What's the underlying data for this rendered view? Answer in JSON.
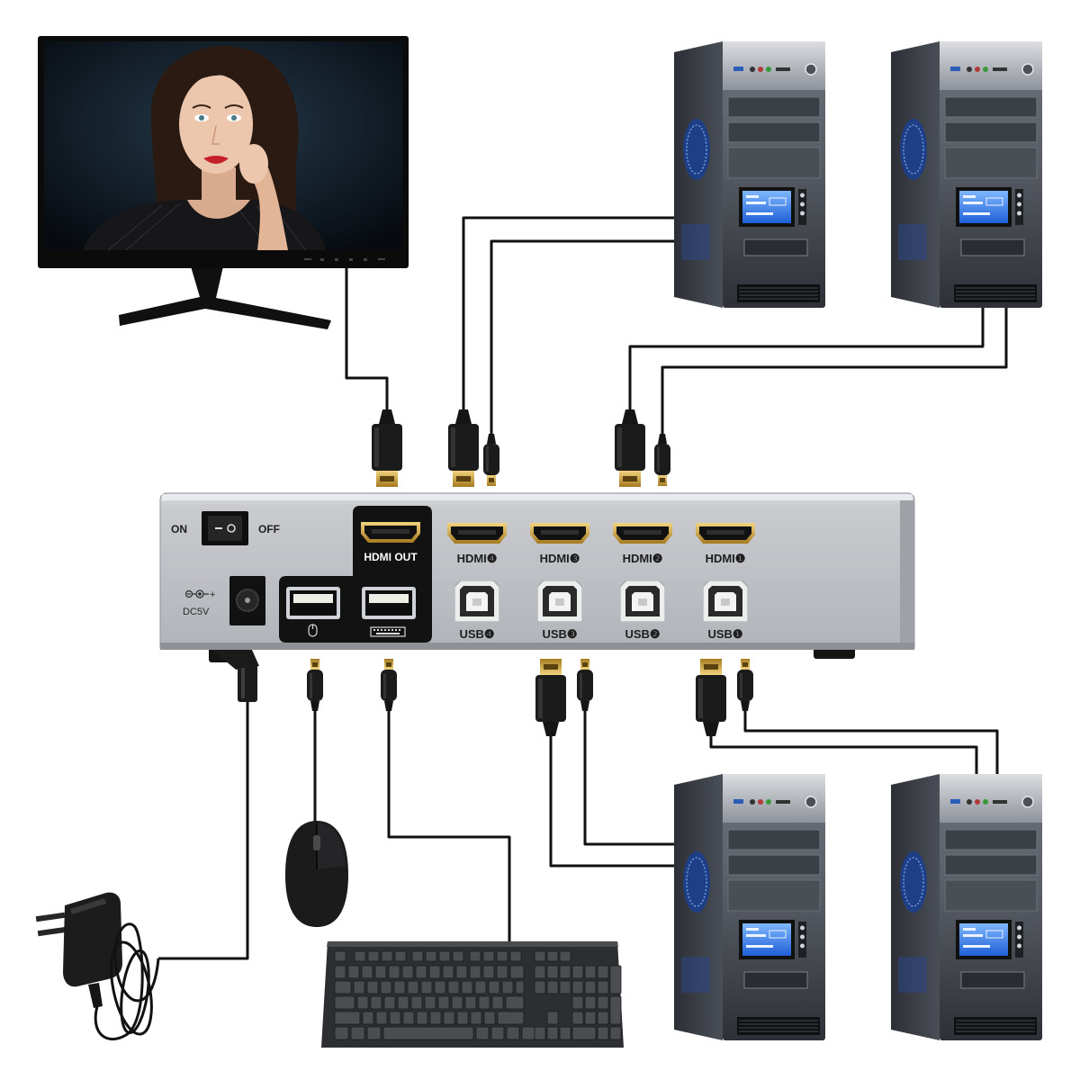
{
  "kvm_switch": {
    "power_switch": {
      "on_label": "ON",
      "off_label": "OFF"
    },
    "dc_input": {
      "label": "DC5V",
      "polarity_plus": "+"
    },
    "hdmi_out": {
      "label": "HDMI OUT"
    },
    "console_ports": [
      {
        "icon": "mouse-icon"
      },
      {
        "icon": "keyboard-icon"
      }
    ],
    "hdmi_inputs": [
      {
        "label": "HDMI❹"
      },
      {
        "label": "HDMI❸"
      },
      {
        "label": "HDMI❷"
      },
      {
        "label": "HDMI❶"
      }
    ],
    "usb_inputs": [
      {
        "label": "USB❹"
      },
      {
        "label": "USB❸"
      },
      {
        "label": "USB❷"
      },
      {
        "label": "USB❶"
      }
    ]
  },
  "colors": {
    "cable": "#111111",
    "chassis": "#c5c7cb",
    "console_panel": "#121212",
    "port_gold": "#c9a23b",
    "pc_lcd": "#3d8bff"
  }
}
